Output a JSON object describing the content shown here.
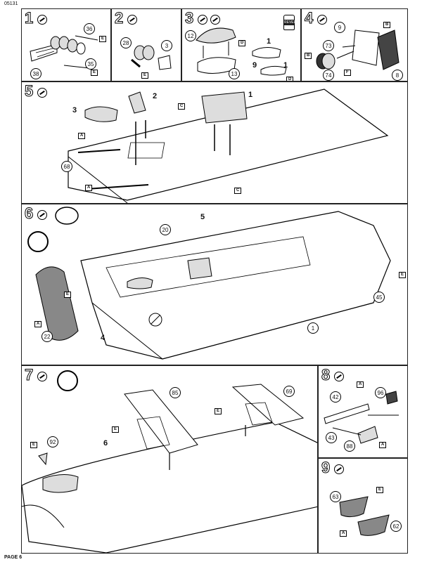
{
  "header": {
    "code": "05131"
  },
  "footer": {
    "page": "PAGE 6"
  },
  "steps": {
    "s1": {
      "num": "1",
      "callouts": [
        "36",
        "35",
        "38"
      ],
      "tags": [
        "E",
        "E"
      ]
    },
    "s2": {
      "num": "2",
      "callouts": [
        "28",
        "3"
      ],
      "tags": [
        "E"
      ]
    },
    "s3": {
      "num": "3",
      "callouts": [
        "12",
        "13"
      ],
      "labels": [
        "1",
        "9",
        "1"
      ],
      "tags": [
        "D",
        "D"
      ],
      "bottle": "REVELL"
    },
    "s4": {
      "num": "4",
      "callouts": [
        "9",
        "73",
        "74",
        "8"
      ],
      "tags": [
        "B",
        "B",
        "F"
      ]
    },
    "s5": {
      "num": "5",
      "callouts": [
        "68"
      ],
      "labels": [
        "3",
        "2",
        "1"
      ],
      "tags": [
        "A",
        "A",
        "C",
        "C"
      ]
    },
    "s6": {
      "num": "6",
      "callouts": [
        "20",
        "22",
        "45",
        "1"
      ],
      "labels": [
        "5",
        "4"
      ],
      "tags": [
        "E",
        "A",
        "E"
      ]
    },
    "s7": {
      "num": "7",
      "callouts": [
        "85",
        "69",
        "92"
      ],
      "labels": [
        "6"
      ],
      "tags": [
        "E",
        "E",
        "E"
      ]
    },
    "s8": {
      "num": "8",
      "callouts": [
        "42",
        "96",
        "43",
        "88"
      ],
      "tags": [
        "A",
        "A"
      ]
    },
    "s9": {
      "num": "9",
      "callouts": [
        "63",
        "62"
      ],
      "tags": [
        "E",
        "A"
      ]
    }
  }
}
